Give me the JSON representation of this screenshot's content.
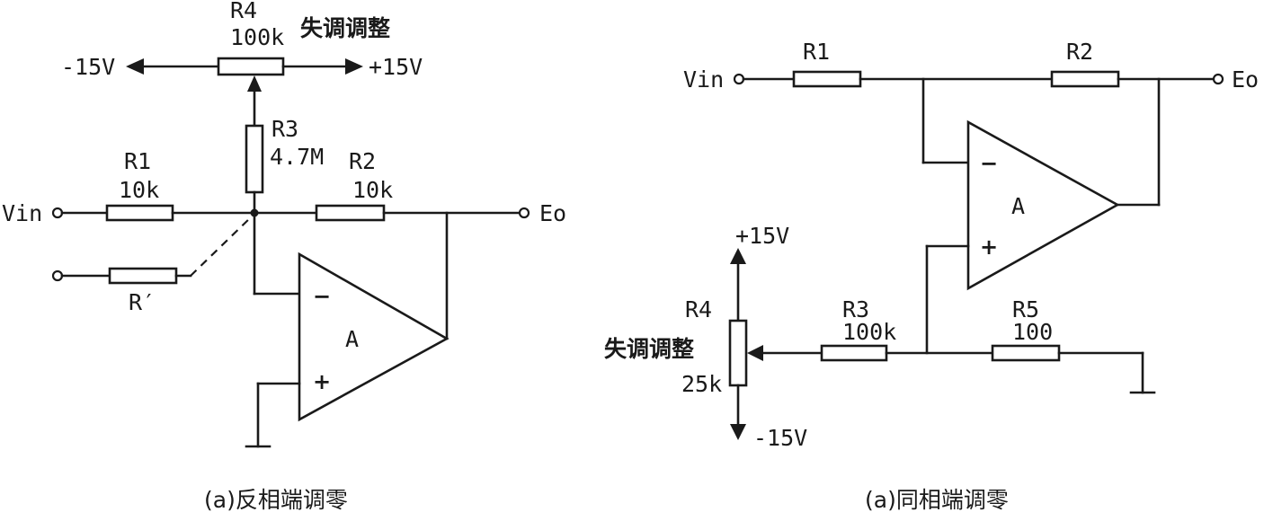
{
  "left": {
    "caption": "(a)反相端调零",
    "r4": {
      "name": "R4",
      "value": "100k",
      "note": "失调调整"
    },
    "neg_supply": "-15V",
    "pos_supply": "+15V",
    "r3": {
      "name": "R3",
      "value": "4.7M"
    },
    "r1": {
      "name": "R1",
      "value": "10k"
    },
    "r2": {
      "name": "R2",
      "value": "10k"
    },
    "rprime": "R′",
    "vin": "Vin",
    "eo": "Eo",
    "opamp": {
      "label": "A",
      "minus": "−",
      "plus": "+"
    }
  },
  "right": {
    "caption": "(a)同相端调零",
    "r1": {
      "name": "R1"
    },
    "r2": {
      "name": "R2"
    },
    "vin": "Vin",
    "eo": "Eo",
    "opamp": {
      "label": "A",
      "minus": "−",
      "plus": "+"
    },
    "pos_supply": "+15V",
    "neg_supply": "-15V",
    "r4": {
      "name": "R4",
      "note": "失调调整",
      "value": "25k"
    },
    "r3": {
      "name": "R3",
      "value": "100k"
    },
    "r5": {
      "name": "R5",
      "value": "100"
    }
  }
}
